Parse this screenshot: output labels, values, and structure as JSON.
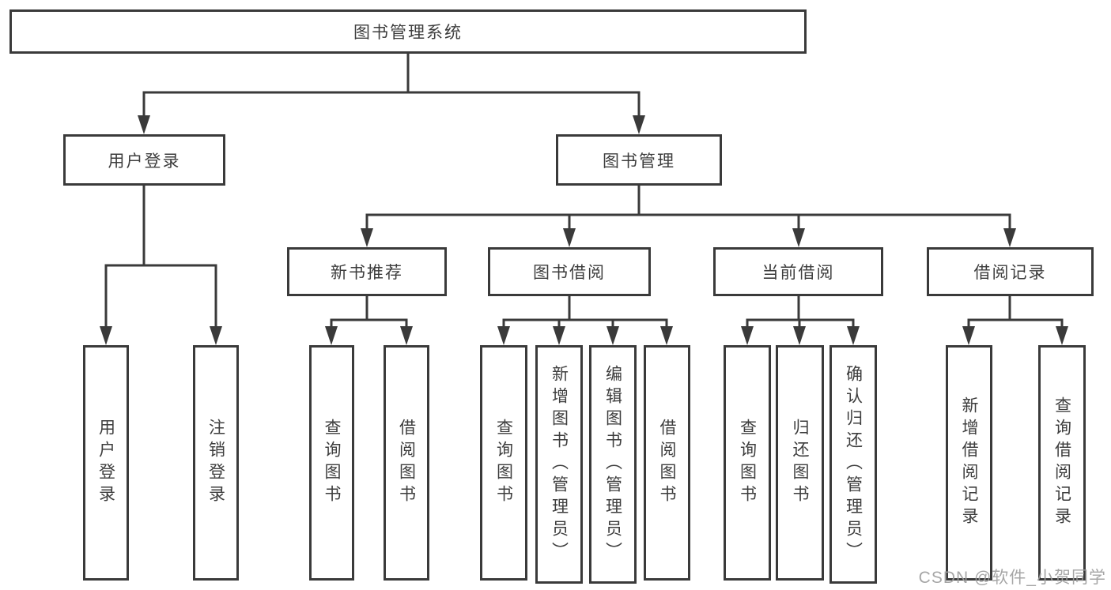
{
  "diagram": {
    "root": {
      "label": "图书管理系统"
    },
    "branches": [
      {
        "label": "用户登录",
        "children": [
          {
            "label": "用户登录"
          },
          {
            "label": "注销登录"
          }
        ]
      },
      {
        "label": "图书管理",
        "children": [
          {
            "label": "新书推荐",
            "children": [
              {
                "label": "查询图书"
              },
              {
                "label": "借阅图书"
              }
            ]
          },
          {
            "label": "图书借阅",
            "children": [
              {
                "label": "查询图书"
              },
              {
                "label": "新增图书（管理员）"
              },
              {
                "label": "编辑图书（管理员）"
              },
              {
                "label": "借阅图书"
              }
            ]
          },
          {
            "label": "当前借阅",
            "children": [
              {
                "label": "查询图书"
              },
              {
                "label": "归还图书"
              },
              {
                "label": "确认归还（管理员）"
              }
            ]
          },
          {
            "label": "借阅记录",
            "children": [
              {
                "label": "新增借阅记录"
              },
              {
                "label": "查询借阅记录"
              }
            ]
          }
        ]
      }
    ]
  },
  "watermark": {
    "text": "CSDN @软件_小贺同学"
  },
  "colors": {
    "line": "#3a3a3a",
    "text": "#3d3d3d",
    "box_background": "#ffffff",
    "watermark": "#9e9e9e"
  }
}
